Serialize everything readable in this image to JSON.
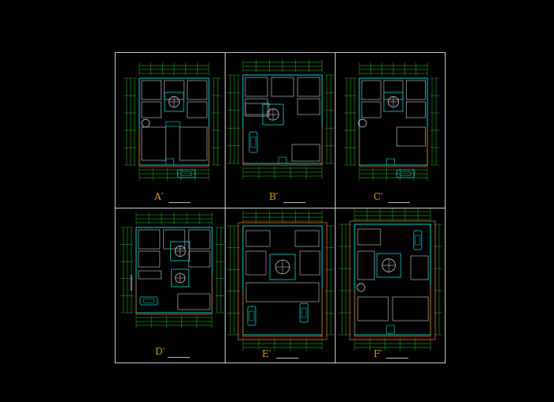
{
  "panels": [
    {
      "id": "A",
      "label": "A′"
    },
    {
      "id": "B",
      "label": "B′"
    },
    {
      "id": "C",
      "label": "C′"
    },
    {
      "id": "D",
      "label": "D′"
    },
    {
      "id": "E",
      "label": "E′"
    },
    {
      "id": "F",
      "label": "F′"
    }
  ],
  "colors": {
    "frame": "#d8d8d8",
    "wall": "#00e0e0",
    "dimension": "#30e030",
    "outline": "#e07020",
    "room": "#d8d8d8",
    "fixture": "#f0f0f0",
    "title": "#e8a020",
    "note_red": "#d02020"
  }
}
